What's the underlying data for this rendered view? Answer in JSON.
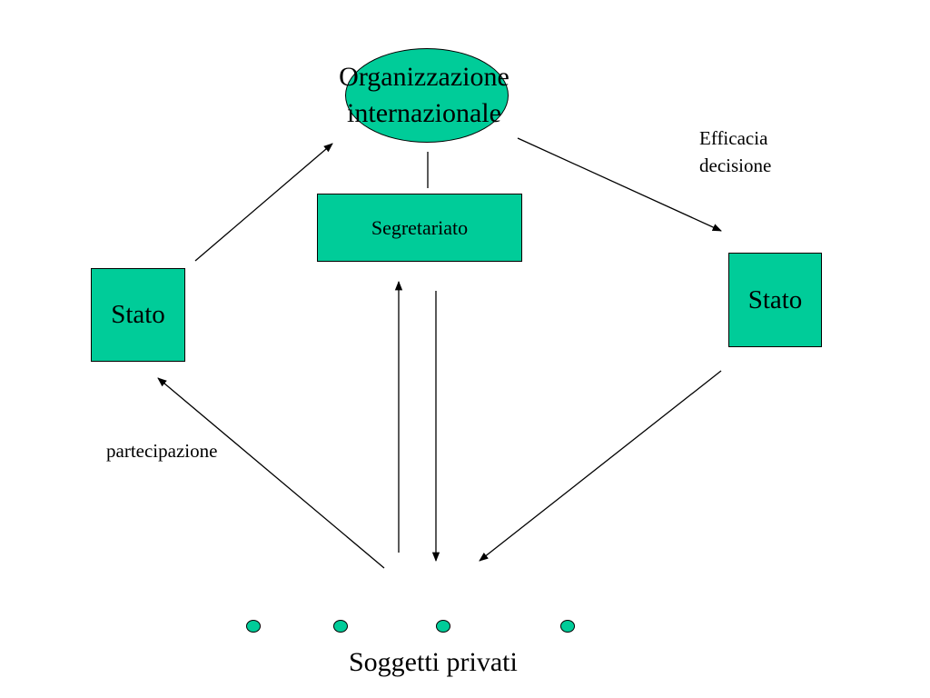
{
  "colors": {
    "fill": "#00cc99",
    "stroke": "#000000"
  },
  "nodes": {
    "organization_line1": "Organizzazione",
    "organization_line2": "internazionale",
    "secretariat": "Segretariato",
    "state_left": "Stato",
    "state_right": "Stato",
    "private_subjects": "Soggetti privati"
  },
  "edge_labels": {
    "effectiveness_line1": "Efficacia",
    "effectiveness_line2": "decisione",
    "participation": "partecipazione"
  },
  "private_dots_count": 4
}
